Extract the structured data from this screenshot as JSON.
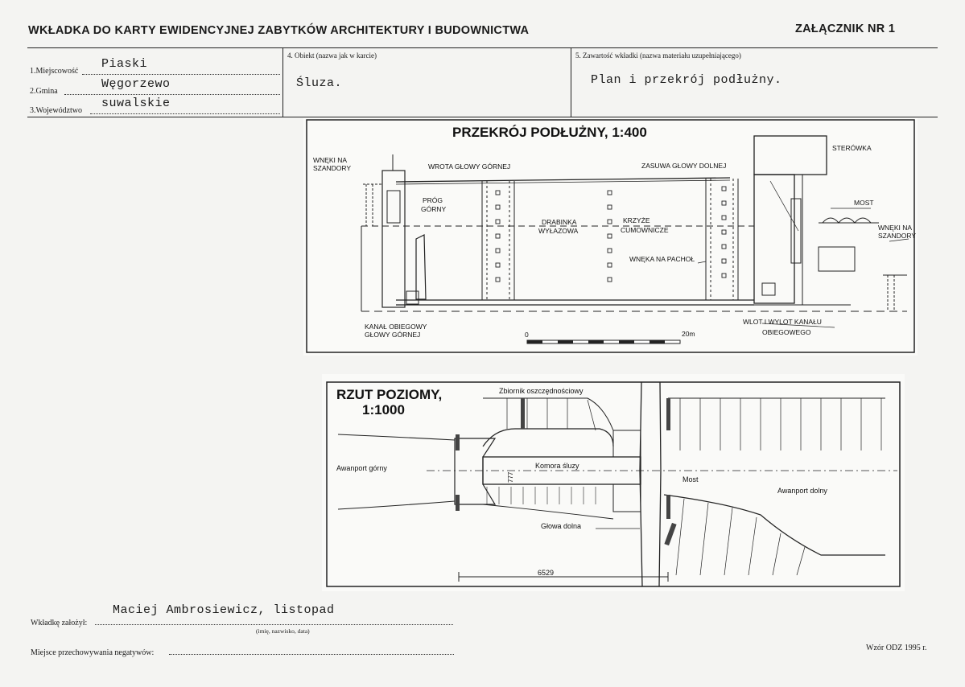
{
  "header": {
    "title": "WKŁADKA DO KARTY EWIDENCYJNEJ ZABYTKÓW ARCHITEKTURY I BUDOWNICTWA",
    "annex": "ZAŁĄCZNIK NR  1"
  },
  "fields": {
    "locality_label": "1.Miejscowość",
    "locality_value": "Piaski",
    "commune_label": "2.Gmina",
    "commune_value": "Węgorzewo",
    "voivodeship_label": "3.Województwo",
    "voivodeship_value": "suwalskie",
    "object_label": "4. Obiekt  (nazwa jak w karcie)",
    "object_value": "Śluza.",
    "content_label": "5. Zawartość wkładki  (nazwa materiału uzupełniającego)",
    "content_value": "Plan i przekrój podłużny."
  },
  "section_drawing": {
    "title": "PRZEKRÓJ  PODŁUŻNY,  1:400",
    "labels": {
      "wneki_top": "WNĘKI NA",
      "wneki_top2": "SZANDORY",
      "prog": "PRÓG",
      "prog2": "GÓRNY",
      "wrota": "WROTA GŁOWY GÓRNEJ",
      "drabinka": "DRABINKA",
      "drabinka2": "WYŁAZOWA",
      "krzyze": "KRZYŻE",
      "krzyze2": "CUMOWNICZE",
      "zasuwa": "ZASUWA GŁOWY DOLNEJ",
      "wneka": "WNĘKA NA PACHOŁ",
      "sterowka": "STERÓWKA",
      "most": "MOST",
      "wneki_right": "WNĘKI NA",
      "wneki_right2": "SZANDORY",
      "kanal": "KANAŁ OBIEGOWY",
      "kanal2": "GŁOWY GÓRNEJ",
      "wlot": "WLOT I WYLOT KANAŁU",
      "wlot2": "OBIEGOWEGO",
      "scale_zero": "0",
      "scale_end": "20m"
    }
  },
  "plan_drawing": {
    "title": "RZUT  POZIOMY,",
    "scale": "1:1000",
    "labels": {
      "zbiornik": "Zbiornik oszczędnościowy",
      "awanport_gorny": "Awanport górny",
      "komora": "Komora  śluzy",
      "most": "Most",
      "awanport_dolny": "Awanport dolny",
      "glowa": "Głowa dolna",
      "dimension": "6529",
      "dimension_v": "777"
    }
  },
  "footer": {
    "founder_label": "Wkładkę założył:",
    "founder_value": "Maciej Ambrosiewicz, listopad",
    "founder_hint": "(imię, nazwisko, data)",
    "storage_label": "Miejsce przechowywania negatywów:",
    "template": "Wzór ODZ 1995 r."
  }
}
